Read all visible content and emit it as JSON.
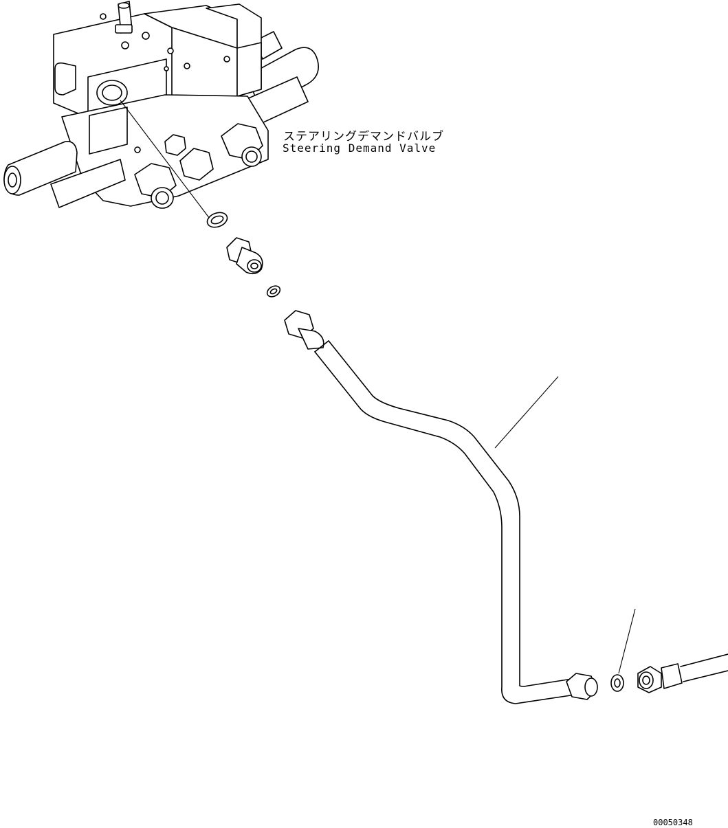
{
  "labels": {
    "valve_jp": "ステアリングデマンドバルブ",
    "valve_en": "Steering Demand Valve"
  },
  "drawing_number": "00050348"
}
